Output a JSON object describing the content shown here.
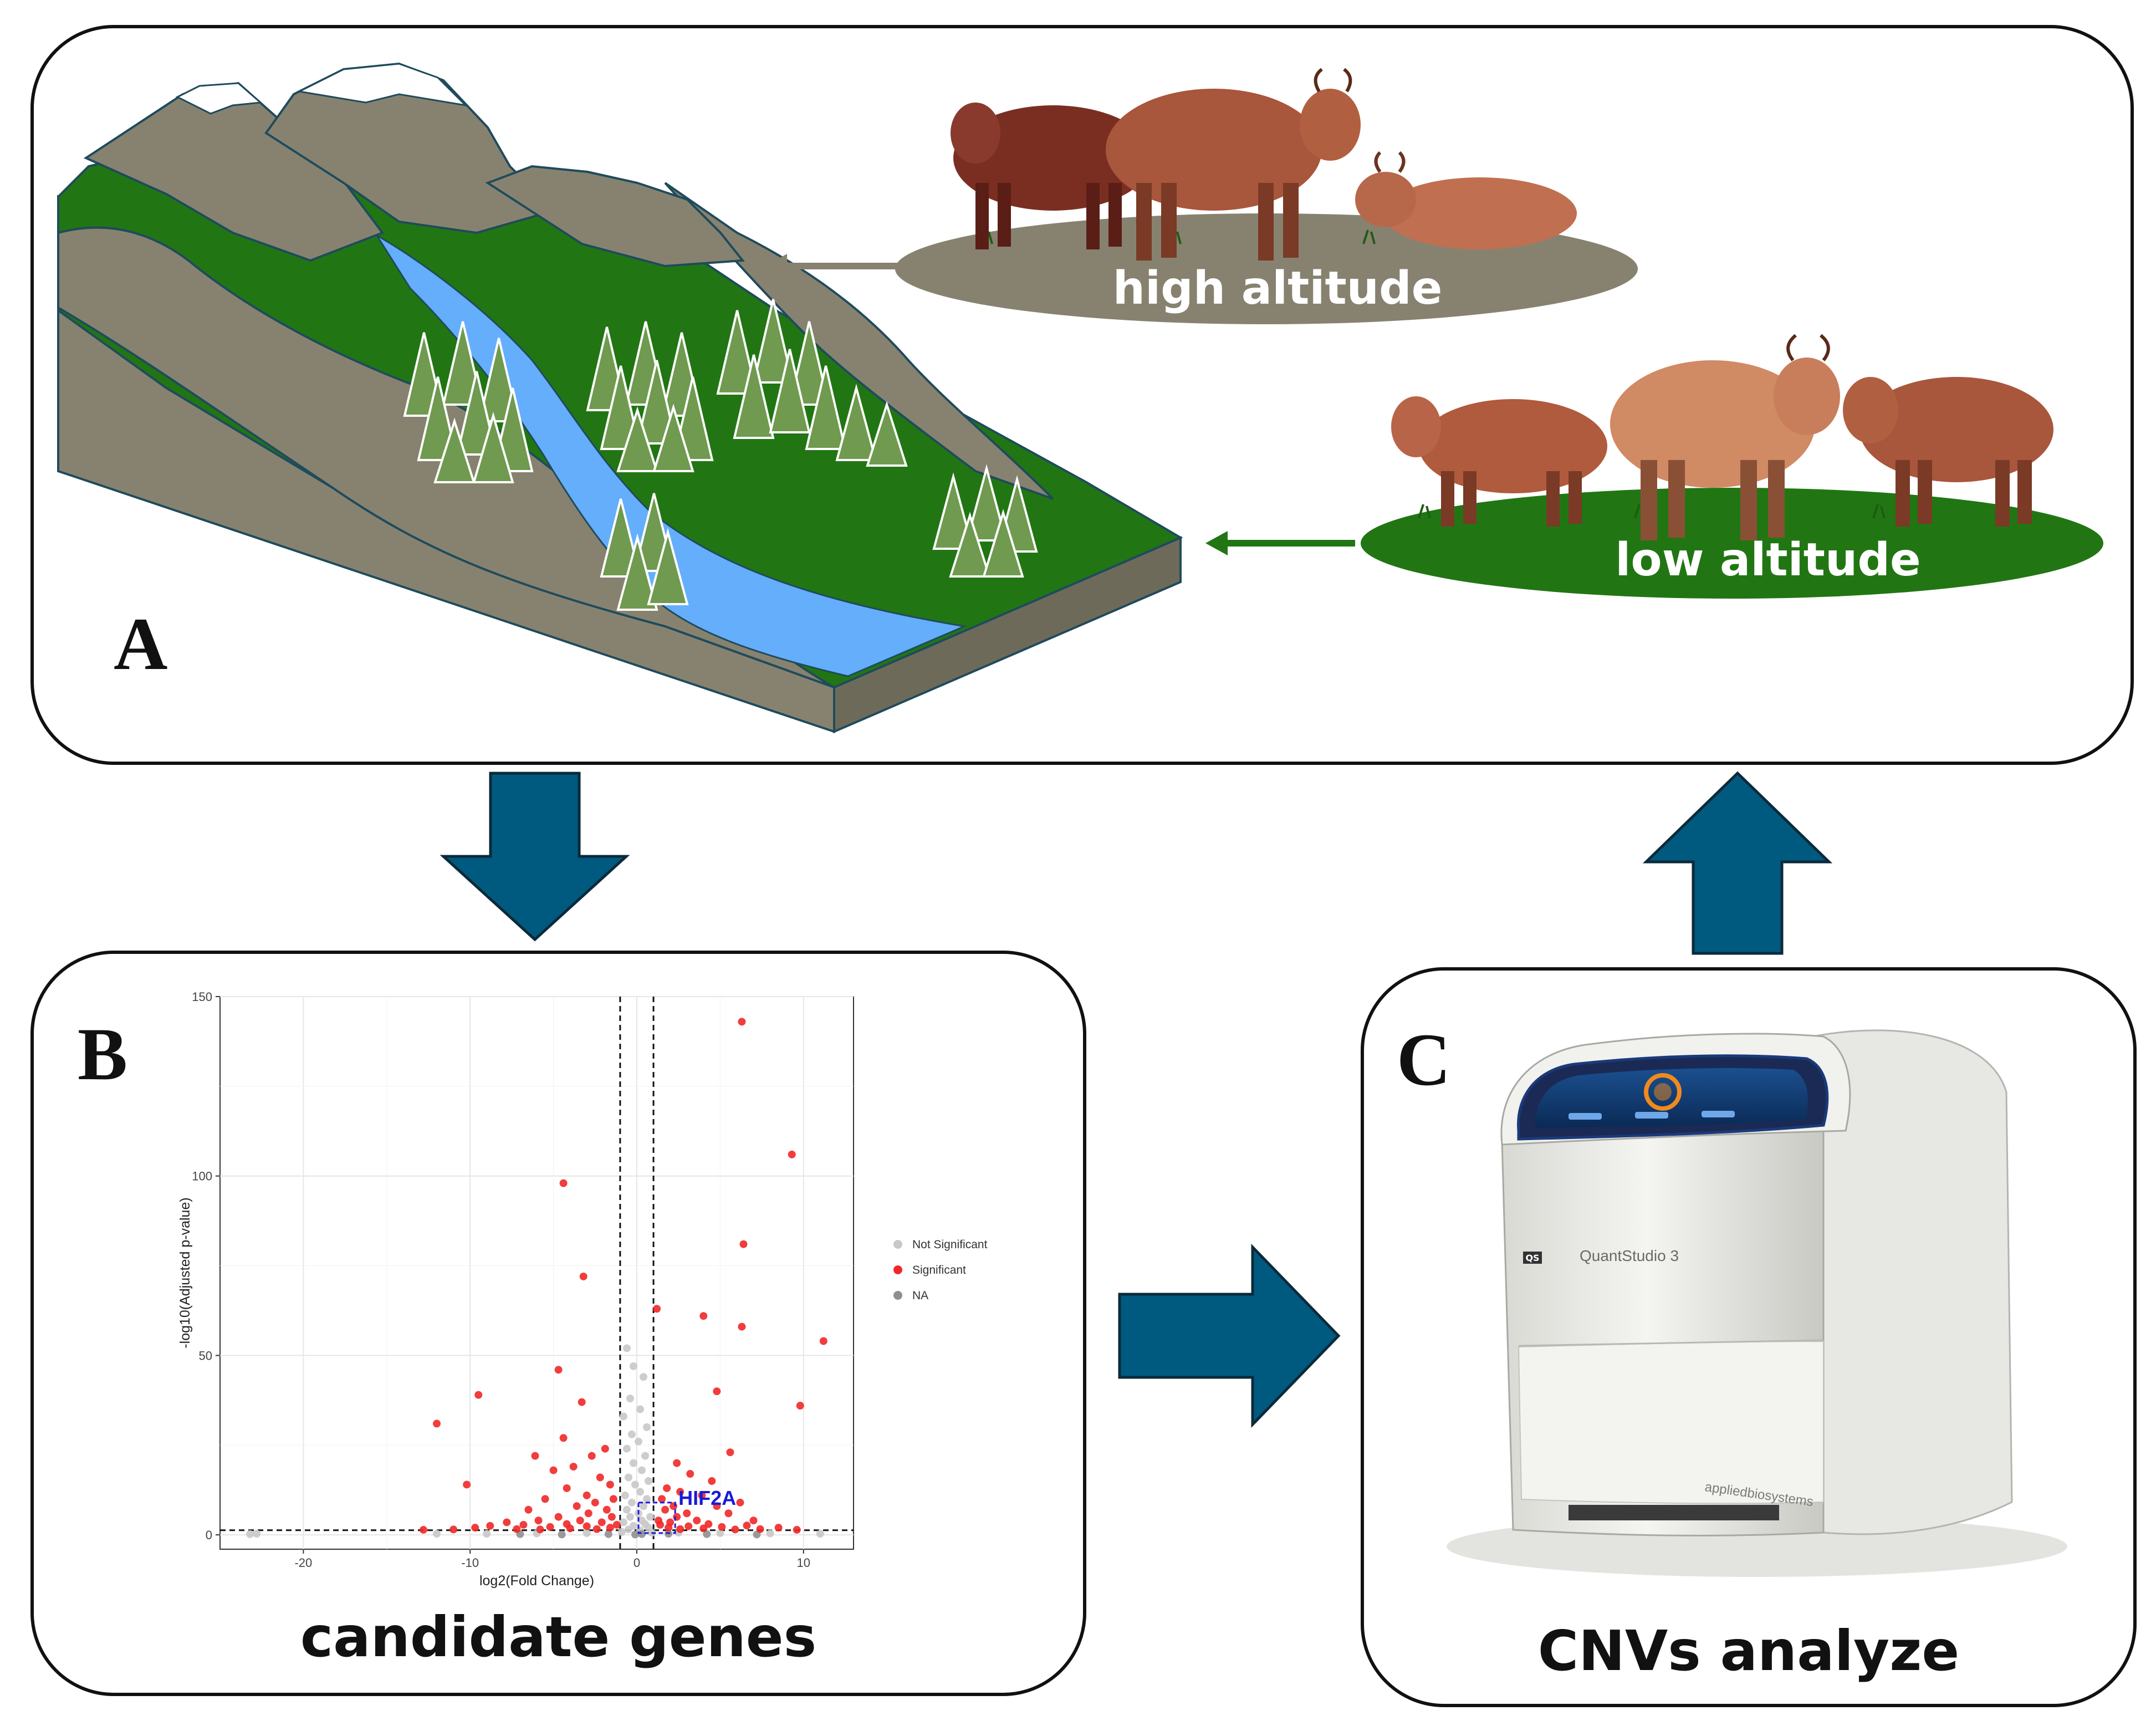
{
  "panels": {
    "a": {
      "letter": "A"
    },
    "b": {
      "letter": "B",
      "caption": "candidate genes"
    },
    "c": {
      "letter": "C",
      "caption": "CNVs analyze"
    }
  },
  "populations": {
    "high": {
      "label": "high altitude",
      "color": "#878270"
    },
    "low": {
      "label": "low altitude",
      "color": "#217613"
    }
  },
  "colors": {
    "flow_arrow": "#005a80",
    "grass": "#217613",
    "rock": "#878270",
    "river": "#64aefc",
    "tree": "#6f9a4f"
  },
  "instrument": {
    "brand_badge": "QS",
    "model_label": "QuantStudio 3",
    "maker_label": "appliedbiosystems"
  },
  "chart_data": {
    "type": "scatter",
    "title": "",
    "xlabel": "log2(Fold Change)",
    "ylabel": "-log10(Adjusted p-value)",
    "xlim": [
      -25,
      13
    ],
    "ylim": [
      -4,
      150
    ],
    "xticks": [
      -20,
      -10,
      0,
      10
    ],
    "yticks": [
      0,
      50,
      100,
      150
    ],
    "grid": true,
    "legend_position": "right",
    "threshold_lines": {
      "x": [
        -1,
        1
      ],
      "y": 1.3
    },
    "annotation": {
      "label": "HIF2A",
      "x": 1.2,
      "y": 4.5,
      "color": "#1a1ad6"
    },
    "series": [
      {
        "name": "Not Significant",
        "color": "#c8c8c8",
        "points": [
          [
            -23.2,
            0.2
          ],
          [
            -22.8,
            0.3
          ],
          [
            -0.6,
            52
          ],
          [
            -0.2,
            47
          ],
          [
            0.4,
            44
          ],
          [
            -0.4,
            38
          ],
          [
            0.2,
            35
          ],
          [
            -0.8,
            33
          ],
          [
            0.6,
            30
          ],
          [
            -0.3,
            28
          ],
          [
            0.1,
            26
          ],
          [
            -0.6,
            24
          ],
          [
            0.5,
            22
          ],
          [
            -0.2,
            20
          ],
          [
            0.3,
            18
          ],
          [
            -0.5,
            16
          ],
          [
            0.7,
            15
          ],
          [
            -0.1,
            14
          ],
          [
            0.2,
            12
          ],
          [
            -0.7,
            11
          ],
          [
            0.6,
            10
          ],
          [
            -0.3,
            9
          ],
          [
            0.4,
            8
          ],
          [
            -0.6,
            7
          ],
          [
            0.1,
            6
          ],
          [
            -0.4,
            5
          ],
          [
            0.8,
            5
          ],
          [
            0.3,
            4
          ],
          [
            -0.8,
            3.5
          ],
          [
            0.5,
            3
          ],
          [
            -0.2,
            2.5
          ],
          [
            0.7,
            2
          ],
          [
            -0.5,
            1.5
          ],
          [
            0.2,
            1.2
          ],
          [
            -0.9,
            0.8
          ],
          [
            0.9,
            0.6
          ],
          [
            -3,
            0.5
          ],
          [
            2.5,
            0.6
          ],
          [
            -6,
            0.4
          ],
          [
            5,
            0.5
          ],
          [
            -9,
            0.3
          ],
          [
            8,
            0.4
          ],
          [
            -12,
            0.3
          ],
          [
            11,
            0.3
          ]
        ]
      },
      {
        "name": "Significant",
        "color": "#f02828",
        "points": [
          [
            6.3,
            143
          ],
          [
            9.3,
            106
          ],
          [
            -4.4,
            98
          ],
          [
            6.4,
            81
          ],
          [
            -3.2,
            72
          ],
          [
            1.2,
            63
          ],
          [
            4,
            61
          ],
          [
            6.3,
            58
          ],
          [
            11.2,
            54
          ],
          [
            -4.7,
            46
          ],
          [
            -9.5,
            39
          ],
          [
            4.8,
            40
          ],
          [
            -3.3,
            37
          ],
          [
            9.8,
            36
          ],
          [
            -12,
            31
          ],
          [
            -4.4,
            27
          ],
          [
            -1.9,
            24
          ],
          [
            -6.1,
            22
          ],
          [
            5.6,
            23
          ],
          [
            -2.7,
            22
          ],
          [
            2.4,
            20
          ],
          [
            -3.8,
            19
          ],
          [
            -5,
            18
          ],
          [
            3.2,
            17
          ],
          [
            -2.2,
            16
          ],
          [
            4.5,
            15
          ],
          [
            -1.6,
            14
          ],
          [
            1.8,
            13
          ],
          [
            -10.2,
            14
          ],
          [
            -4.2,
            13
          ],
          [
            2.6,
            12
          ],
          [
            -3,
            11
          ],
          [
            3.9,
            11
          ],
          [
            -1.4,
            10
          ],
          [
            1.5,
            10
          ],
          [
            -5.5,
            10
          ],
          [
            6.2,
            9
          ],
          [
            -2.5,
            9
          ],
          [
            2.2,
            8
          ],
          [
            -3.6,
            8
          ],
          [
            4.8,
            8
          ],
          [
            -1.8,
            7
          ],
          [
            1.7,
            7
          ],
          [
            -6.5,
            7
          ],
          [
            5.5,
            6
          ],
          [
            -2.9,
            6
          ],
          [
            3,
            6
          ],
          [
            -4.7,
            5
          ],
          [
            2.4,
            5
          ],
          [
            -1.5,
            5
          ],
          [
            1.3,
            4
          ],
          [
            -3.4,
            4
          ],
          [
            3.6,
            4
          ],
          [
            -5.9,
            4
          ],
          [
            7,
            4
          ],
          [
            -7.8,
            3.5
          ],
          [
            -2.1,
            3.5
          ],
          [
            2,
            3.5
          ],
          [
            -4.2,
            3
          ],
          [
            4.3,
            3
          ],
          [
            -1.2,
            2.8
          ],
          [
            1.4,
            2.8
          ],
          [
            -6.8,
            2.8
          ],
          [
            6.6,
            2.6
          ],
          [
            -8.8,
            2.5
          ],
          [
            -3,
            2.4
          ],
          [
            3.1,
            2.4
          ],
          [
            -5.2,
            2.2
          ],
          [
            5.1,
            2.2
          ],
          [
            -1.6,
            2
          ],
          [
            1.9,
            2
          ],
          [
            -9.7,
            2
          ],
          [
            8.5,
            2
          ],
          [
            -4,
            1.8
          ],
          [
            4,
            1.8
          ],
          [
            -2.4,
            1.6
          ],
          [
            2.6,
            1.6
          ],
          [
            -7.2,
            1.6
          ],
          [
            7.4,
            1.6
          ],
          [
            -11,
            1.5
          ],
          [
            -5.8,
            1.5
          ],
          [
            5.9,
            1.5
          ],
          [
            -12.8,
            1.4
          ],
          [
            9.6,
            1.4
          ]
        ]
      },
      {
        "name": "NA",
        "color": "#8f8f8f",
        "points": [
          [
            -0.1,
            0.1
          ],
          [
            0.3,
            0.2
          ],
          [
            -1.7,
            0.2
          ],
          [
            1.9,
            0.3
          ],
          [
            -4.5,
            0.1
          ],
          [
            4.2,
            0.2
          ],
          [
            -7,
            0.2
          ],
          [
            7.2,
            0.1
          ]
        ]
      }
    ]
  }
}
